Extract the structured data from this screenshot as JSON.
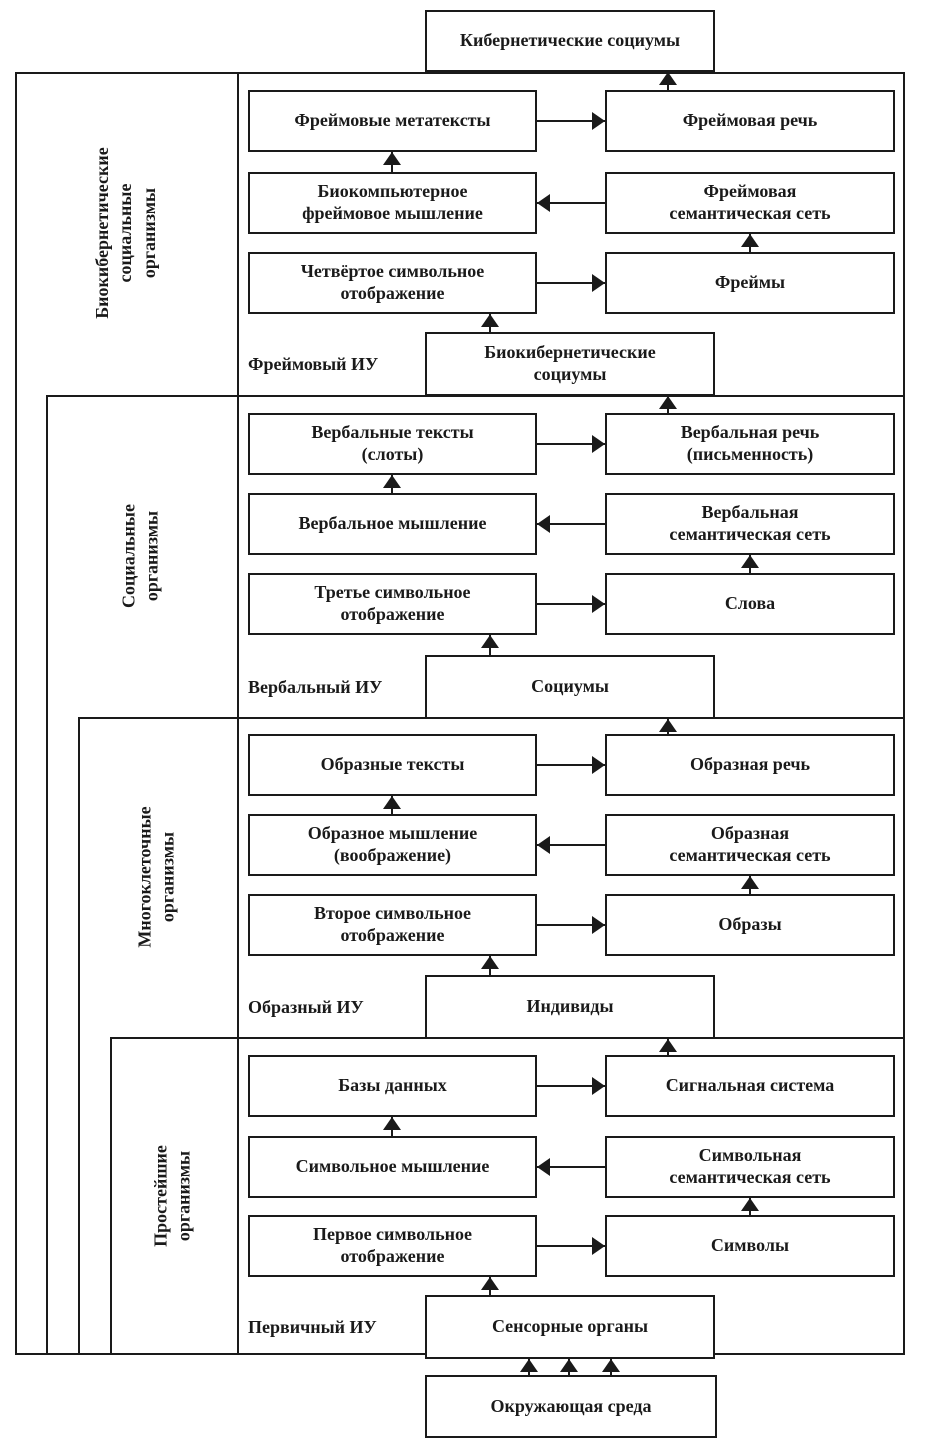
{
  "colors": {
    "line": "#1a1a1a",
    "background": "#ffffff"
  },
  "top_box": "Кибернетические социумы",
  "environment_box": "Окружающая среда",
  "sections": [
    {
      "side_label": "Биокибернетические\nсоциальные\nорганизмы",
      "left": [
        "Фреймовые метатексты",
        "Биокомпьютерное\nфреймовое мышление",
        "Четвёртое символьное\nотображение"
      ],
      "right": [
        "Фреймовая речь",
        "Фреймовая\nсемантическая сеть",
        "Фреймы"
      ],
      "iu_label": "Фреймовый ИУ",
      "iu_box": "Биокибернетические\nсоциумы"
    },
    {
      "side_label": "Социальные\nорганизмы",
      "left": [
        "Вербальные тексты\n(слоты)",
        "Вербальное мышление",
        "Третье символьное\nотображение"
      ],
      "right": [
        "Вербальная речь\n(письменность)",
        "Вербальная\nсемантическая сеть",
        "Слова"
      ],
      "iu_label": "Вербальный ИУ",
      "iu_box": "Социумы"
    },
    {
      "side_label": "Многоклеточные\nорганизмы",
      "left": [
        "Образные тексты",
        "Образное мышление\n(воображение)",
        "Второе символьное\nотображение"
      ],
      "right": [
        "Образная речь",
        "Образная\nсемантическая сеть",
        "Образы"
      ],
      "iu_label": "Образный ИУ",
      "iu_box": "Индивиды"
    },
    {
      "side_label": "Простейшие\nорганизмы",
      "left": [
        "Базы данных",
        "Символьное мышление",
        "Первое символьное\nотображение"
      ],
      "right": [
        "Сигнальная система",
        "Символьная\nсемантическая сеть",
        "Символы"
      ],
      "iu_label": "Первичный ИУ",
      "iu_box": "Сенсорные органы"
    }
  ]
}
